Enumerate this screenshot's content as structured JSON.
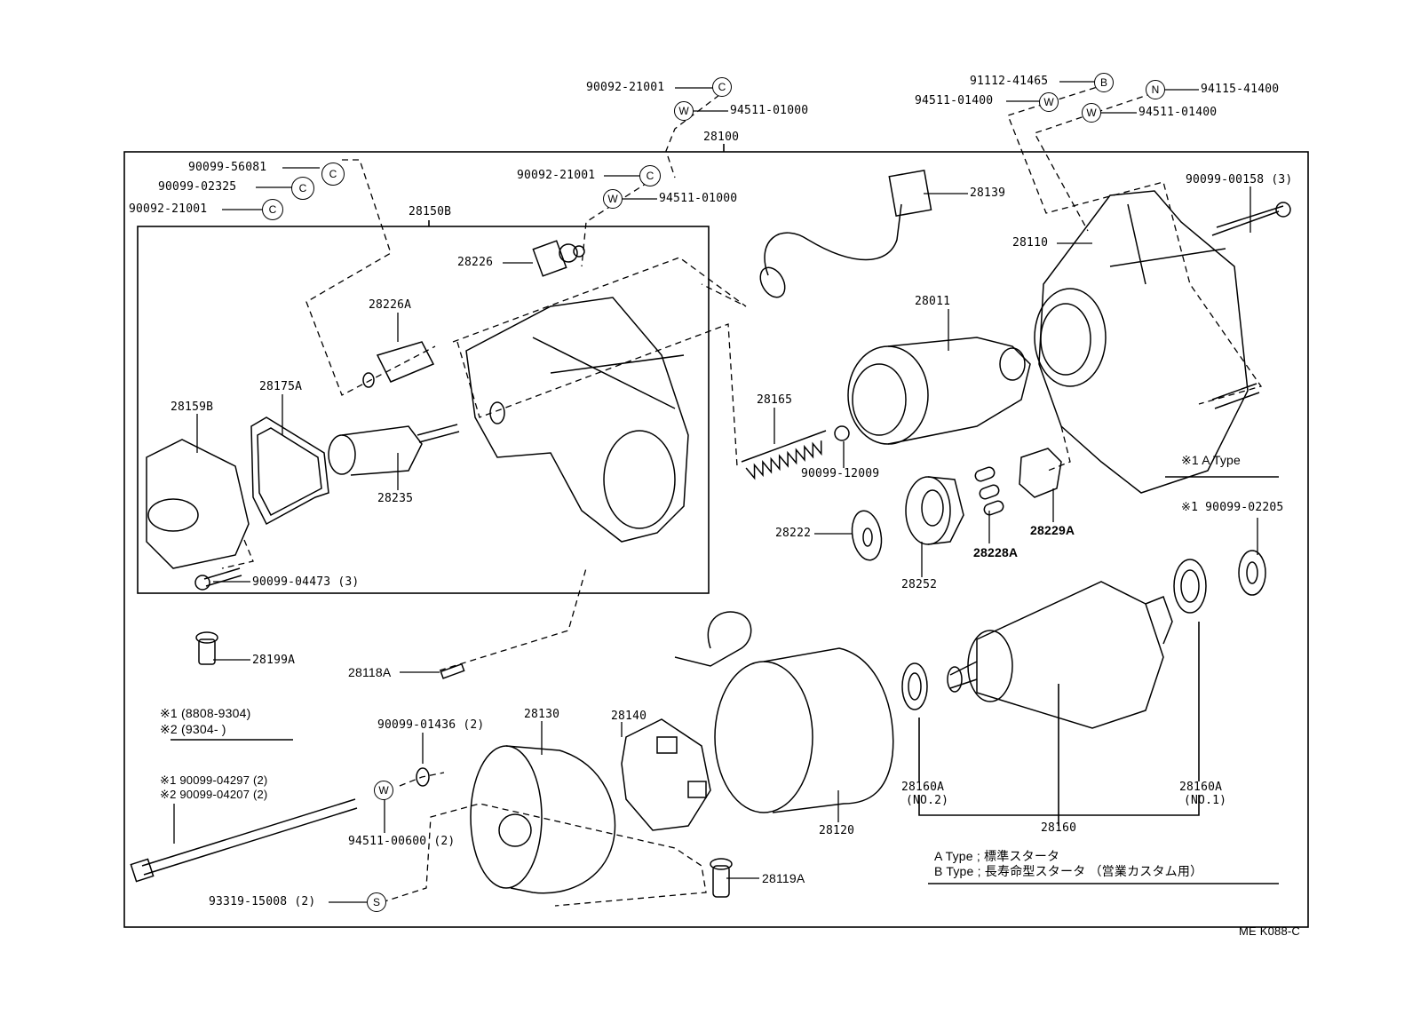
{
  "diagram": {
    "title_code": "ME K088-C",
    "assembly_label": "28100",
    "subassembly_label": "28150B",
    "parts": {
      "p90092_21001_top": "90092-21001",
      "p94511_01000_top": "94511-01000",
      "p91112_41465": "91112-41465",
      "p94511_01400_a": "94511-01400",
      "p94115_41400": "94115-41400",
      "p94511_01400_b": "94511-01400",
      "p90099_56081": "90099-56081",
      "p90099_02325": "90099-02325",
      "p90092_21001_left": "90092-21001",
      "p90092_21001_mid": "90092-21001",
      "p94511_01000_mid": "94511-01000",
      "p28139": "28139",
      "p90099_00158": "90099-00158 (3)",
      "p28110": "28110",
      "p28226": "28226",
      "p28226A": "28226A",
      "p28011": "28011",
      "p28175A": "28175A",
      "p28159B": "28159B",
      "p28165": "28165",
      "p28235": "28235",
      "p90099_12009": "90099-12009",
      "p28222": "28222",
      "p28252": "28252",
      "p28228A": "28228A",
      "p28229A": "28229A",
      "p90099_02205": "※1 90099-02205",
      "p90099_04473": "90099-04473 (3)",
      "p28199A": "28199A",
      "p28118A": "28118A",
      "p28140": "28140",
      "p28130": "28130",
      "p90099_01436": "90099-01436 (2)",
      "p94511_00600": "94511-00600 (2)",
      "p93319_15008": "93319-15008 (2)",
      "p28119A": "28119A",
      "p28120": "28120",
      "p28160A_no2": "28160A",
      "p28160A_no2_sub": "(NO.2)",
      "p28160": "28160",
      "p28160A_no1": "28160A",
      "p28160A_no1_sub": "(NO.1)",
      "bolt_1": "※1 90099-04297 (2)",
      "bolt_2": "※2 90099-04207 (2)"
    },
    "badges": {
      "c": "C",
      "w": "W",
      "b": "B",
      "n": "N",
      "s": "S"
    },
    "notes": {
      "a_type_marker": "※1  A Type",
      "date_range_1": "※1  (8808-9304)",
      "date_range_2": "※2  (9304-       )",
      "a_type_desc": "A Type ; 標準スタータ",
      "b_type_desc": "B Type ; 長寿命型スタータ （営業カスタム用）"
    }
  }
}
